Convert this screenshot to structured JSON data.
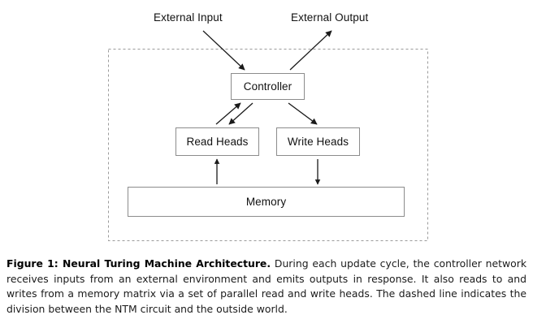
{
  "figure": {
    "external_labels": {
      "input": "External Input",
      "output": "External Output"
    },
    "nodes": {
      "controller": "Controller",
      "read_heads": "Read Heads",
      "write_heads": "Write Heads",
      "memory": "Memory"
    },
    "boundary": {
      "style": "dashed",
      "meaning": "NTM circuit boundary",
      "color": "#9a9a9a"
    },
    "edges": [
      {
        "from": "External Input",
        "to": "Controller",
        "direction": "down-right"
      },
      {
        "from": "Controller",
        "to": "External Output",
        "direction": "up-right"
      },
      {
        "from": "Read Heads",
        "to": "Controller",
        "direction": "up-right"
      },
      {
        "from": "Controller",
        "to": "Read Heads",
        "direction": "down-left"
      },
      {
        "from": "Controller",
        "to": "Write Heads",
        "direction": "down-right"
      },
      {
        "from": "Memory",
        "to": "Read Heads",
        "direction": "up"
      },
      {
        "from": "Write Heads",
        "to": "Memory",
        "direction": "down"
      }
    ],
    "colors": {
      "box_border": "#8c8c8c",
      "arrow": "#1a1a1a",
      "text": "#111111"
    }
  },
  "caption": {
    "title": "Figure 1: Neural Turing Machine Architecture.",
    "body": " During each update cycle, the controller network receives inputs from an external environment and emits outputs in response. It also reads to and writes from a memory matrix via a set of parallel read and write heads. The dashed line indicates the division between the NTM circuit and the outside world."
  }
}
